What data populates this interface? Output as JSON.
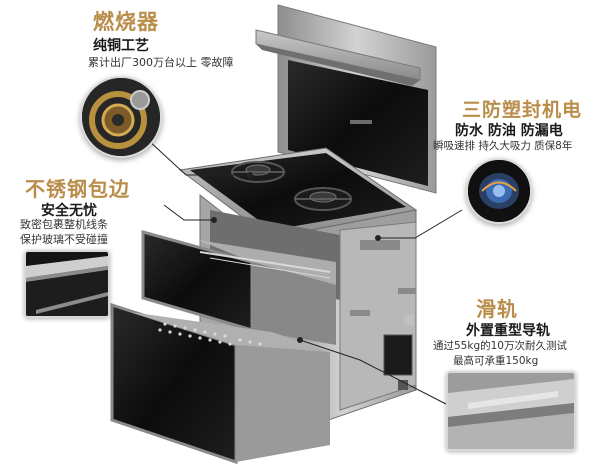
{
  "features": {
    "burner": {
      "title": "燃烧器",
      "subtitle": "纯铜工艺",
      "desc": "累计出厂300万台以上 零故障"
    },
    "stainless": {
      "title": "不锈钢包边",
      "subtitle": "安全无忧",
      "desc_1": "致密包裹整机线条",
      "desc_2": "保护玻璃不受碰撞"
    },
    "motor": {
      "title": "三防塑封机电",
      "subtitle": "防水 防油 防漏电",
      "desc": "瞬吸速排 持久大吸力 质保8年"
    },
    "rail": {
      "title": "滑轨",
      "subtitle": "外置重型导轨",
      "desc_1": "通过55kg的10万次耐久测试",
      "desc_2": "最高可承重150kg"
    }
  },
  "colors": {
    "accent_gold": "#b98d4a",
    "text_dark": "#1a1a1a",
    "steel": "#a8a8a8",
    "glass_black": "#111111"
  },
  "icons": [
    "burner-closeup-icon",
    "steel-edge-closeup-icon",
    "fan-motor-closeup-icon",
    "slide-rail-closeup-icon"
  ]
}
